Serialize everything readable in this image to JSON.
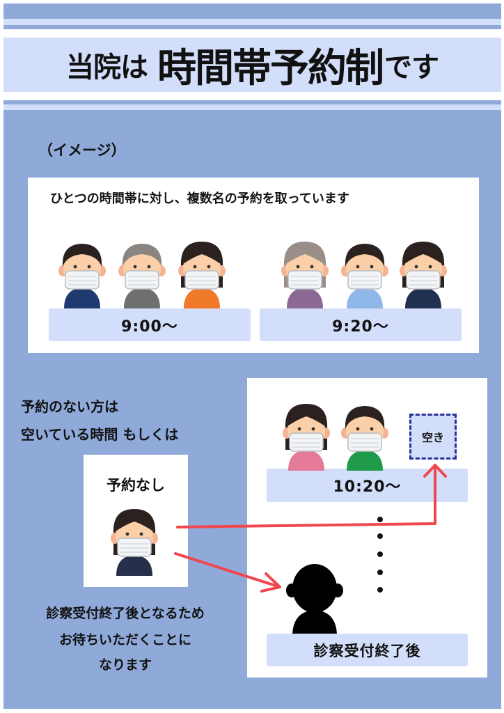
{
  "title": {
    "part1": "当院は",
    "part2": "時間帯予約制",
    "part3": "です"
  },
  "image_label": "（イメージ）",
  "top_card": {
    "heading": "ひとつの時間帯に対し、複数名の予約を取っています",
    "slots": [
      {
        "time": "9:00〜",
        "people": [
          {
            "hair": "#2b2220",
            "shirt": "#1f3a6e",
            "style": "short"
          },
          {
            "hair": "#8a8580",
            "shirt": "#6f6f6f",
            "style": "short"
          },
          {
            "hair": "#2b2220",
            "shirt": "#f07a2a",
            "style": "long"
          }
        ]
      },
      {
        "time": "9:20〜",
        "people": [
          {
            "hair": "#9a8f88",
            "shirt": "#8a6a95",
            "style": "long"
          },
          {
            "hair": "#2b2220",
            "shirt": "#8fb8e8",
            "style": "short"
          },
          {
            "hair": "#2b2220",
            "shirt": "#1f3050",
            "style": "long"
          }
        ]
      }
    ]
  },
  "left_text": {
    "line1": "予約のない方は",
    "line2": "空いている時間 もしくは"
  },
  "walkin_card": {
    "label": "予約なし",
    "person": {
      "hair": "#2b2220",
      "shirt": "#26304a",
      "style": "long"
    }
  },
  "bottom_text": {
    "line1": "診察受付終了後となるため",
    "line2": "お待ちいただくことに",
    "line3": "なります"
  },
  "right_card": {
    "time": "10:20〜",
    "people": [
      {
        "hair": "#2b2220",
        "shirt": "#e67a9a",
        "style": "long"
      },
      {
        "hair": "#2b2220",
        "shirt": "#1e9a48",
        "style": "short"
      }
    ],
    "vacant_label": "空き",
    "after_label": "診察受付終了後"
  },
  "colors": {
    "blue": "#8fa9d9",
    "light": "#d3defa",
    "arrow": "#f0474f",
    "dash": "#2a2f9a"
  }
}
